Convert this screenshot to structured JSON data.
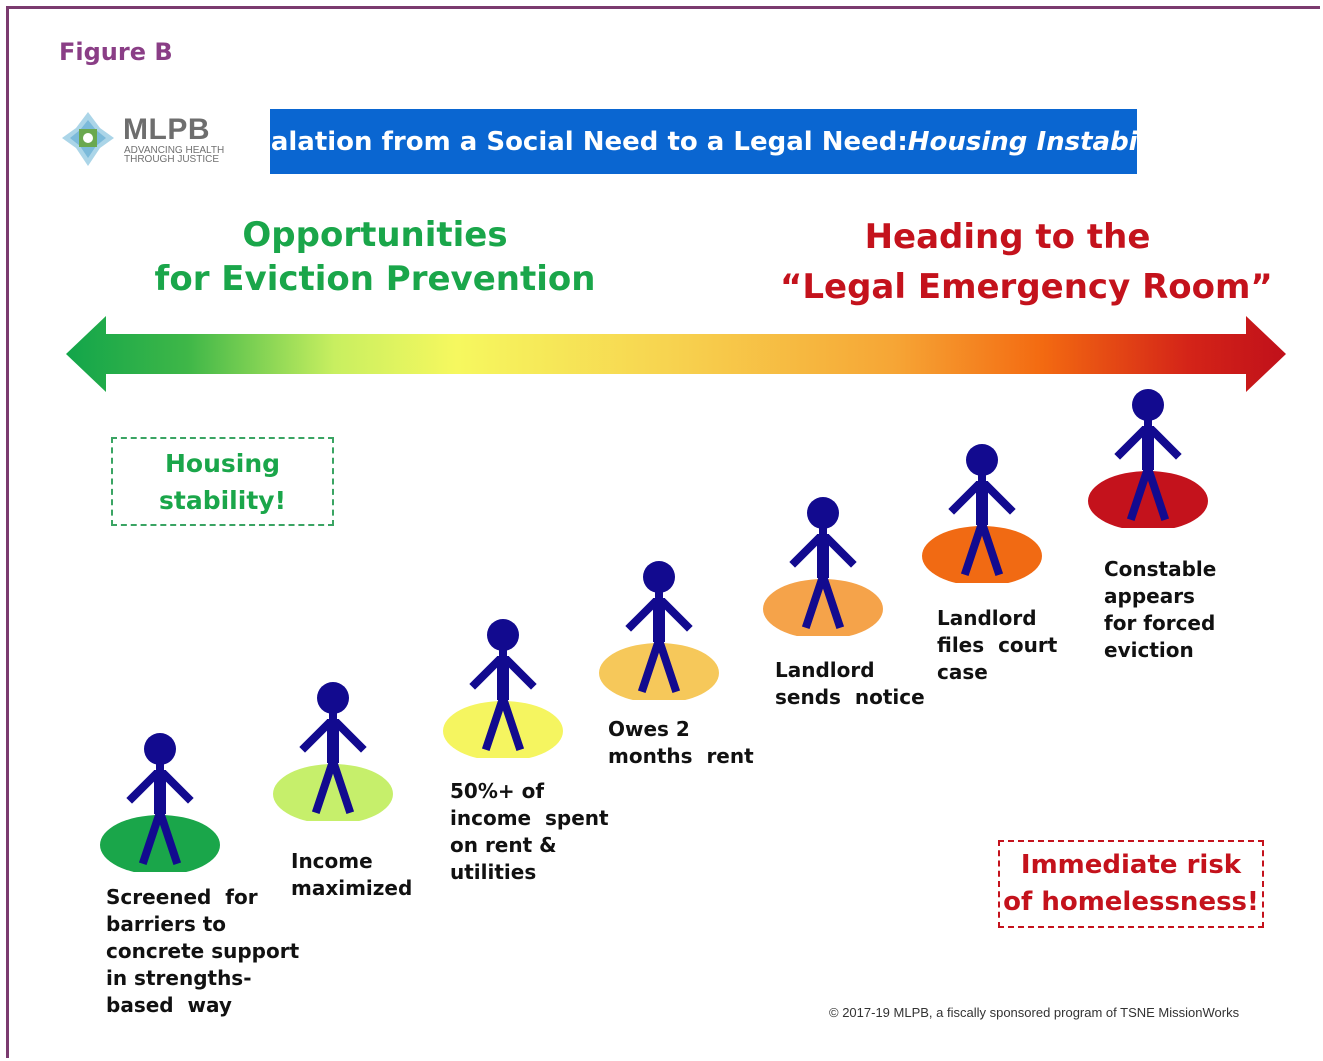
{
  "figure_label": "Figure B",
  "logo": {
    "name": "MLPB",
    "tagline_1": "ADVANCING HEALTH",
    "tagline_2": "THROUGH JUSTICE"
  },
  "banner": {
    "title_main": "Escalation from a Social Need to a Legal Need: ",
    "title_italic": "Housing Instability"
  },
  "headings": {
    "left_line1": "Opportunities",
    "left_line2": "for Eviction Prevention",
    "right_line1": "Heading to the",
    "right_line2": "“Legal Emergency Room”"
  },
  "boxes": {
    "green_line1": "Housing",
    "green_line2": "stability!",
    "red_line1": "Immediate risk",
    "red_line2": "of homelessness!"
  },
  "steps": [
    {
      "caption": "Screened  for\nbarriers to\nconcrete support\nin strengths-\nbased  way",
      "disc_color": "#1aa64a"
    },
    {
      "caption": "Income\nmaximized",
      "disc_color": "#c6ef6b"
    },
    {
      "caption": "50%+ of\nincome  spent\non rent &\nutilities",
      "disc_color": "#f5f560"
    },
    {
      "caption": "Owes 2\nmonths  rent",
      "disc_color": "#f6c85a"
    },
    {
      "caption": "Landlord\nsends  notice",
      "disc_color": "#f5a34a"
    },
    {
      "caption": "Landlord\nfiles  court\ncase",
      "disc_color": "#f16a13"
    },
    {
      "caption": "Constable\nappears\nfor forced\neviction",
      "disc_color": "#c4121c"
    }
  ],
  "colors": {
    "figure_label": "#8a3e86",
    "banner_bg": "#0a66d1",
    "green": "#1aa64a",
    "red": "#c4121c",
    "figure_body": "#120a8f"
  },
  "copyright": "© 2017-19 MLPB, a fiscally sponsored program of TSNE MissionWorks"
}
